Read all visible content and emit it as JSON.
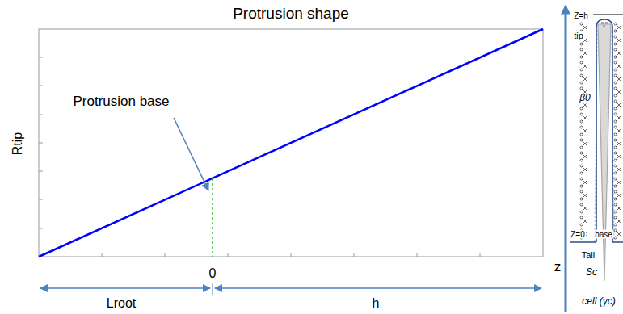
{
  "diagram": {
    "title": "Protrusion shape",
    "labels": [
      "Rtip",
      "Protrusion base",
      "z",
      "Lroot",
      "0",
      "h",
      "Z=h",
      "tip",
      "β0",
      "Z=0",
      "base",
      "Tail",
      "Sc",
      "cell (γc)"
    ]
  }
}
